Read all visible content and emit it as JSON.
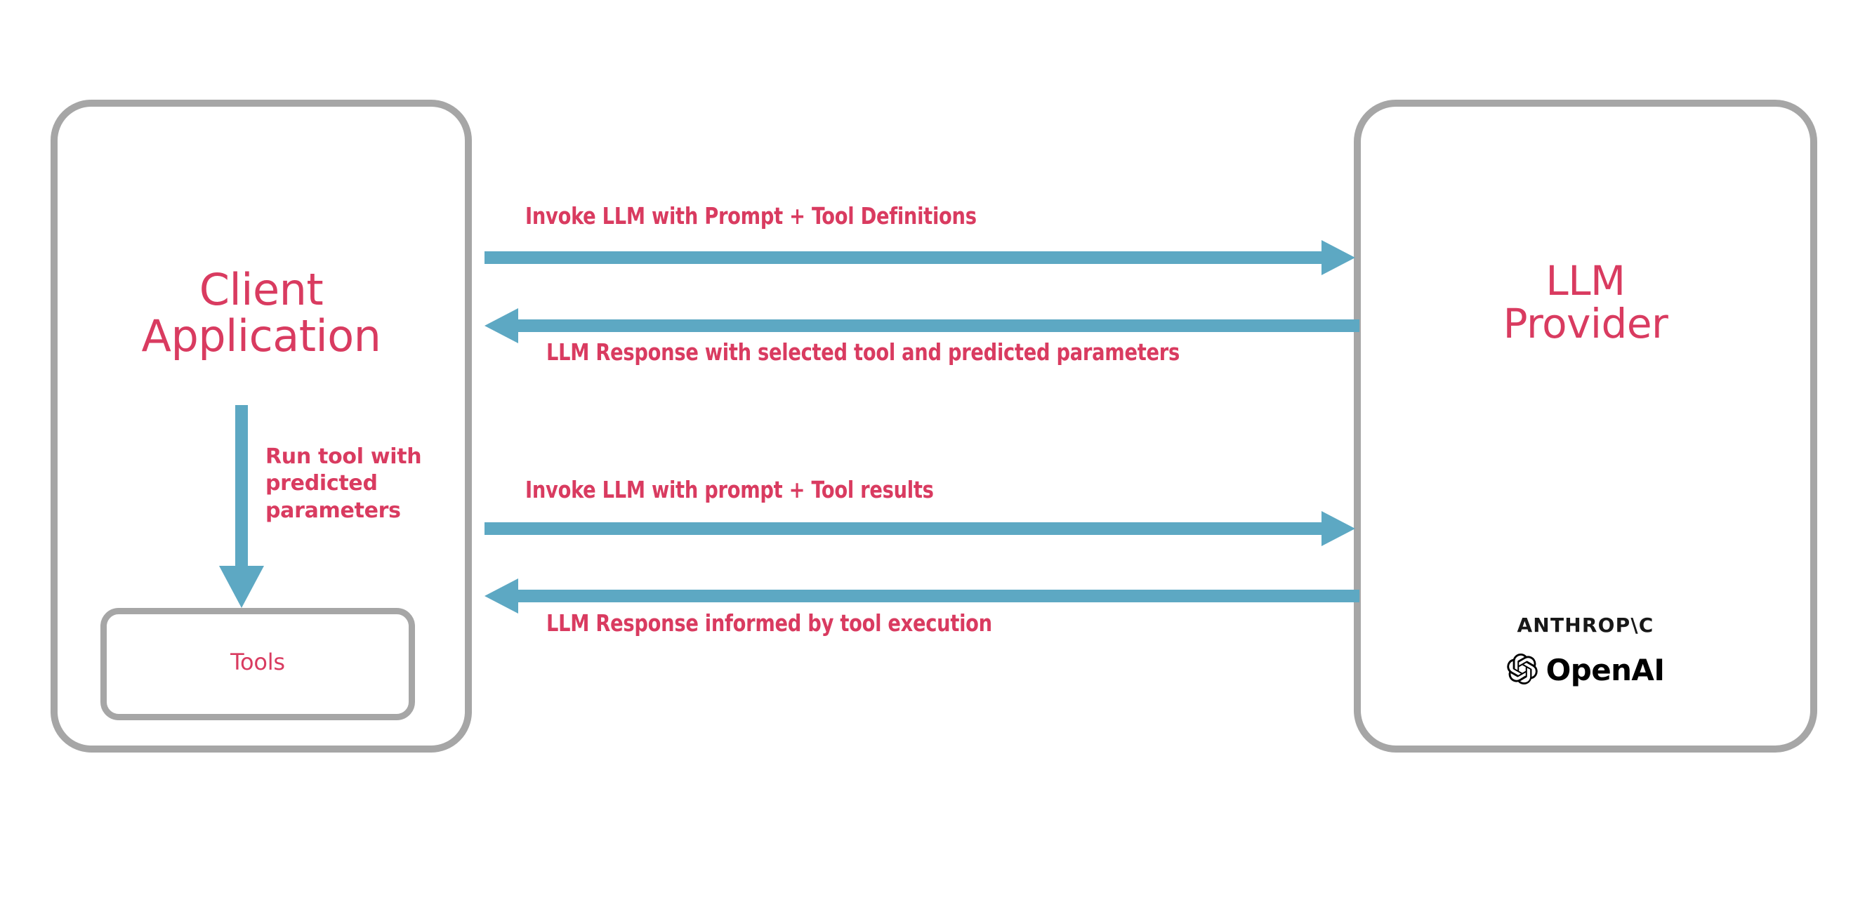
{
  "diagram": {
    "title": "LLM tool-calling interaction flow",
    "colors": {
      "accent_text": "#d93b60",
      "arrow": "#5da8c3",
      "box_border": "#a6a6a6",
      "logo_text": "#000000",
      "background": "#ffffff"
    },
    "nodes": {
      "client": {
        "title": "Client\nApplication",
        "inner": {
          "tools_label": "Tools"
        }
      },
      "provider": {
        "title": "LLM\nProvider",
        "logos": [
          {
            "name": "anthropic-logo",
            "text": "ANTHROP\\C"
          },
          {
            "name": "openai-logo",
            "text": "OpenAI"
          }
        ]
      }
    },
    "flows": [
      {
        "id": "invoke-1",
        "label": "Invoke LLM with Prompt + Tool Definitions",
        "direction": "client-to-provider"
      },
      {
        "id": "response-1",
        "label": "LLM Response with selected tool and predicted parameters",
        "direction": "provider-to-client"
      },
      {
        "id": "invoke-2",
        "label": "Invoke LLM with prompt + Tool results",
        "direction": "client-to-provider"
      },
      {
        "id": "response-2",
        "label": "LLM Response informed by tool execution",
        "direction": "provider-to-client"
      },
      {
        "id": "run-tool",
        "label": "Run tool with\npredicted\nparameters",
        "direction": "client-to-tools"
      }
    ]
  }
}
